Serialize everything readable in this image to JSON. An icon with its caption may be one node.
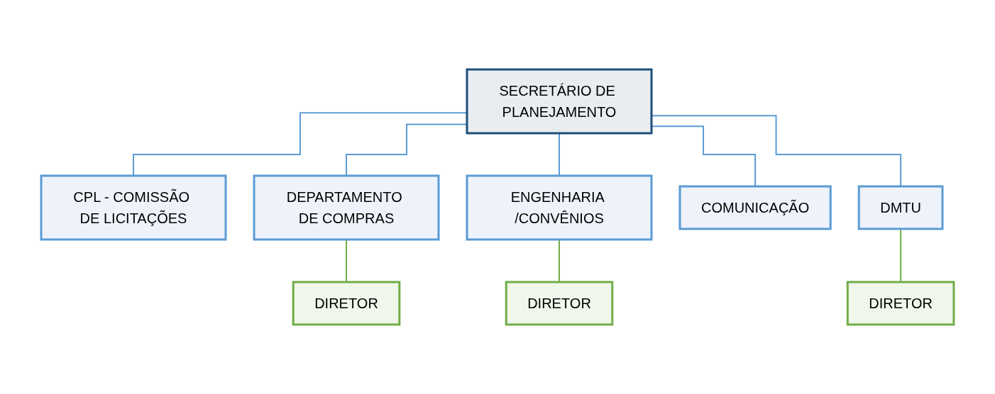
{
  "diagram": {
    "nodes": [
      {
        "text": [
          "SECRETÁRIO DE PLANEJAMENTO"
        ]
      },
      {
        "text": [
          "CPL - COMISSÃO DE LICITAÇÕES"
        ]
      },
      {
        "text": [
          "DEPARTAMENTO DE COMPRAS"
        ]
      },
      {
        "text": [
          "ENGENHARIA /CONVÊNIOS"
        ]
      },
      {
        "text": [
          "COMUNICAÇÃO"
        ]
      },
      {
        "text": [
          "DMTU"
        ]
      },
      {
        "text": [
          "DIRETOR"
        ]
      },
      {
        "text": [
          "DIRETOR"
        ]
      },
      {
        "text": [
          "DIRETOR"
        ]
      }
    ],
    "edges": [
      {
        "from": 0,
        "to": 1,
        "arrow": "none"
      },
      {
        "from": 0,
        "to": 2,
        "arrow": "none"
      },
      {
        "from": 0,
        "to": 3,
        "arrow": "none"
      },
      {
        "from": 0,
        "to": 4,
        "arrow": "none"
      },
      {
        "from": 0,
        "to": 5,
        "arrow": "none"
      },
      {
        "from": 2,
        "to": 6,
        "arrow": "none",
        "color": "#70ad47"
      },
      {
        "from": 3,
        "to": 7,
        "arrow": "none",
        "color": "#70ad47"
      },
      {
        "from": 5,
        "to": 8,
        "arrow": "none",
        "color": "#70ad47"
      }
    ]
  }
}
